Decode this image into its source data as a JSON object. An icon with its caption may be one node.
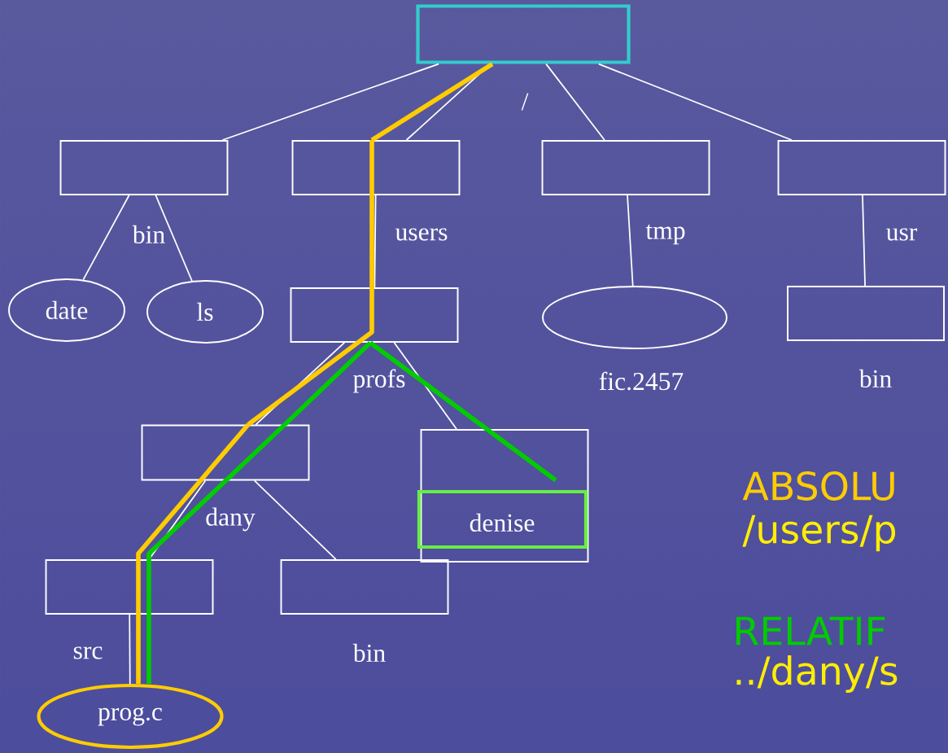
{
  "diagram": {
    "nodes": [
      {
        "text": [
          "/"
        ]
      },
      {
        "text": [
          "bin"
        ]
      },
      {
        "text": [
          "users"
        ]
      },
      {
        "text": [
          "tmp"
        ]
      },
      {
        "text": [
          "usr"
        ]
      },
      {
        "text": [
          "date"
        ]
      },
      {
        "text": [
          "ls"
        ]
      },
      {
        "text": [
          "profs"
        ]
      },
      {
        "text": [
          "fic.2457"
        ]
      },
      {
        "text": [
          "bin"
        ]
      },
      {
        "text": [
          "dany"
        ]
      },
      {
        "text": [
          "denise"
        ]
      },
      {
        "text": [
          "src"
        ]
      },
      {
        "text": [
          "bin"
        ]
      },
      {
        "text": [
          "prog.c"
        ]
      }
    ],
    "edges": [
      {
        "from": 0,
        "to": 1,
        "arrow": "none"
      },
      {
        "from": 0,
        "to": 2,
        "arrow": "none"
      },
      {
        "from": 0,
        "to": 3,
        "arrow": "none"
      },
      {
        "from": 0,
        "to": 4,
        "arrow": "none"
      },
      {
        "from": 1,
        "to": 5,
        "arrow": "none"
      },
      {
        "from": 1,
        "to": 6,
        "arrow": "none"
      },
      {
        "from": 2,
        "to": 7,
        "arrow": "none"
      },
      {
        "from": 3,
        "to": 8,
        "arrow": "none"
      },
      {
        "from": 4,
        "to": 9,
        "arrow": "none"
      },
      {
        "from": 7,
        "to": 10,
        "arrow": "none"
      },
      {
        "from": 7,
        "to": 11,
        "arrow": "none"
      },
      {
        "from": 10,
        "to": 12,
        "arrow": "none"
      },
      {
        "from": 10,
        "to": 13,
        "arrow": "none"
      },
      {
        "from": 12,
        "to": 14,
        "arrow": "none"
      },
      {
        "from": 0,
        "to": 2,
        "arrow": "none",
        "style": "thick",
        "color": "#ffcc00"
      },
      {
        "from": 2,
        "to": 7,
        "arrow": "none",
        "style": "thick",
        "color": "#ffcc00"
      },
      {
        "from": 7,
        "to": 10,
        "arrow": "none",
        "style": "thick",
        "color": "#ffcc00"
      },
      {
        "from": 10,
        "to": 12,
        "arrow": "none",
        "style": "thick",
        "color": "#ffcc00"
      },
      {
        "from": 12,
        "to": 14,
        "arrow": "none",
        "style": "thick",
        "color": "#ffcc00"
      },
      {
        "from": 11,
        "to": 7,
        "arrow": "none",
        "style": "thick",
        "color": "#00cc00"
      },
      {
        "from": 7,
        "to": 10,
        "arrow": "none",
        "style": "thick",
        "color": "#00cc00"
      },
      {
        "from": 10,
        "to": 12,
        "arrow": "none",
        "style": "thick",
        "color": "#00cc00"
      },
      {
        "from": 12,
        "to": 14,
        "arrow": "none",
        "style": "thick",
        "color": "#00cc00"
      }
    ],
    "labels": [
      "ABSOLU",
      "/users/p",
      "RELATIF",
      "../dany/s"
    ]
  }
}
